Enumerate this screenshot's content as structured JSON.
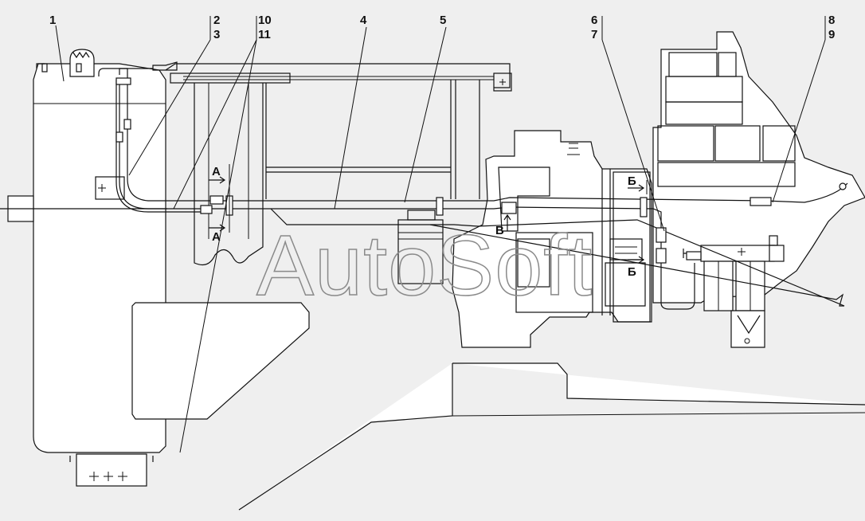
{
  "callouts": {
    "c1": "1",
    "c2": "2",
    "c3": "3",
    "c4": "4",
    "c5": "5",
    "c6": "6",
    "c7": "7",
    "c8": "8",
    "c9": "9",
    "c10": "10",
    "c11": "11"
  },
  "sections": {
    "a": "А",
    "b": "Б",
    "v": "В"
  },
  "watermark": "AutoSoft"
}
